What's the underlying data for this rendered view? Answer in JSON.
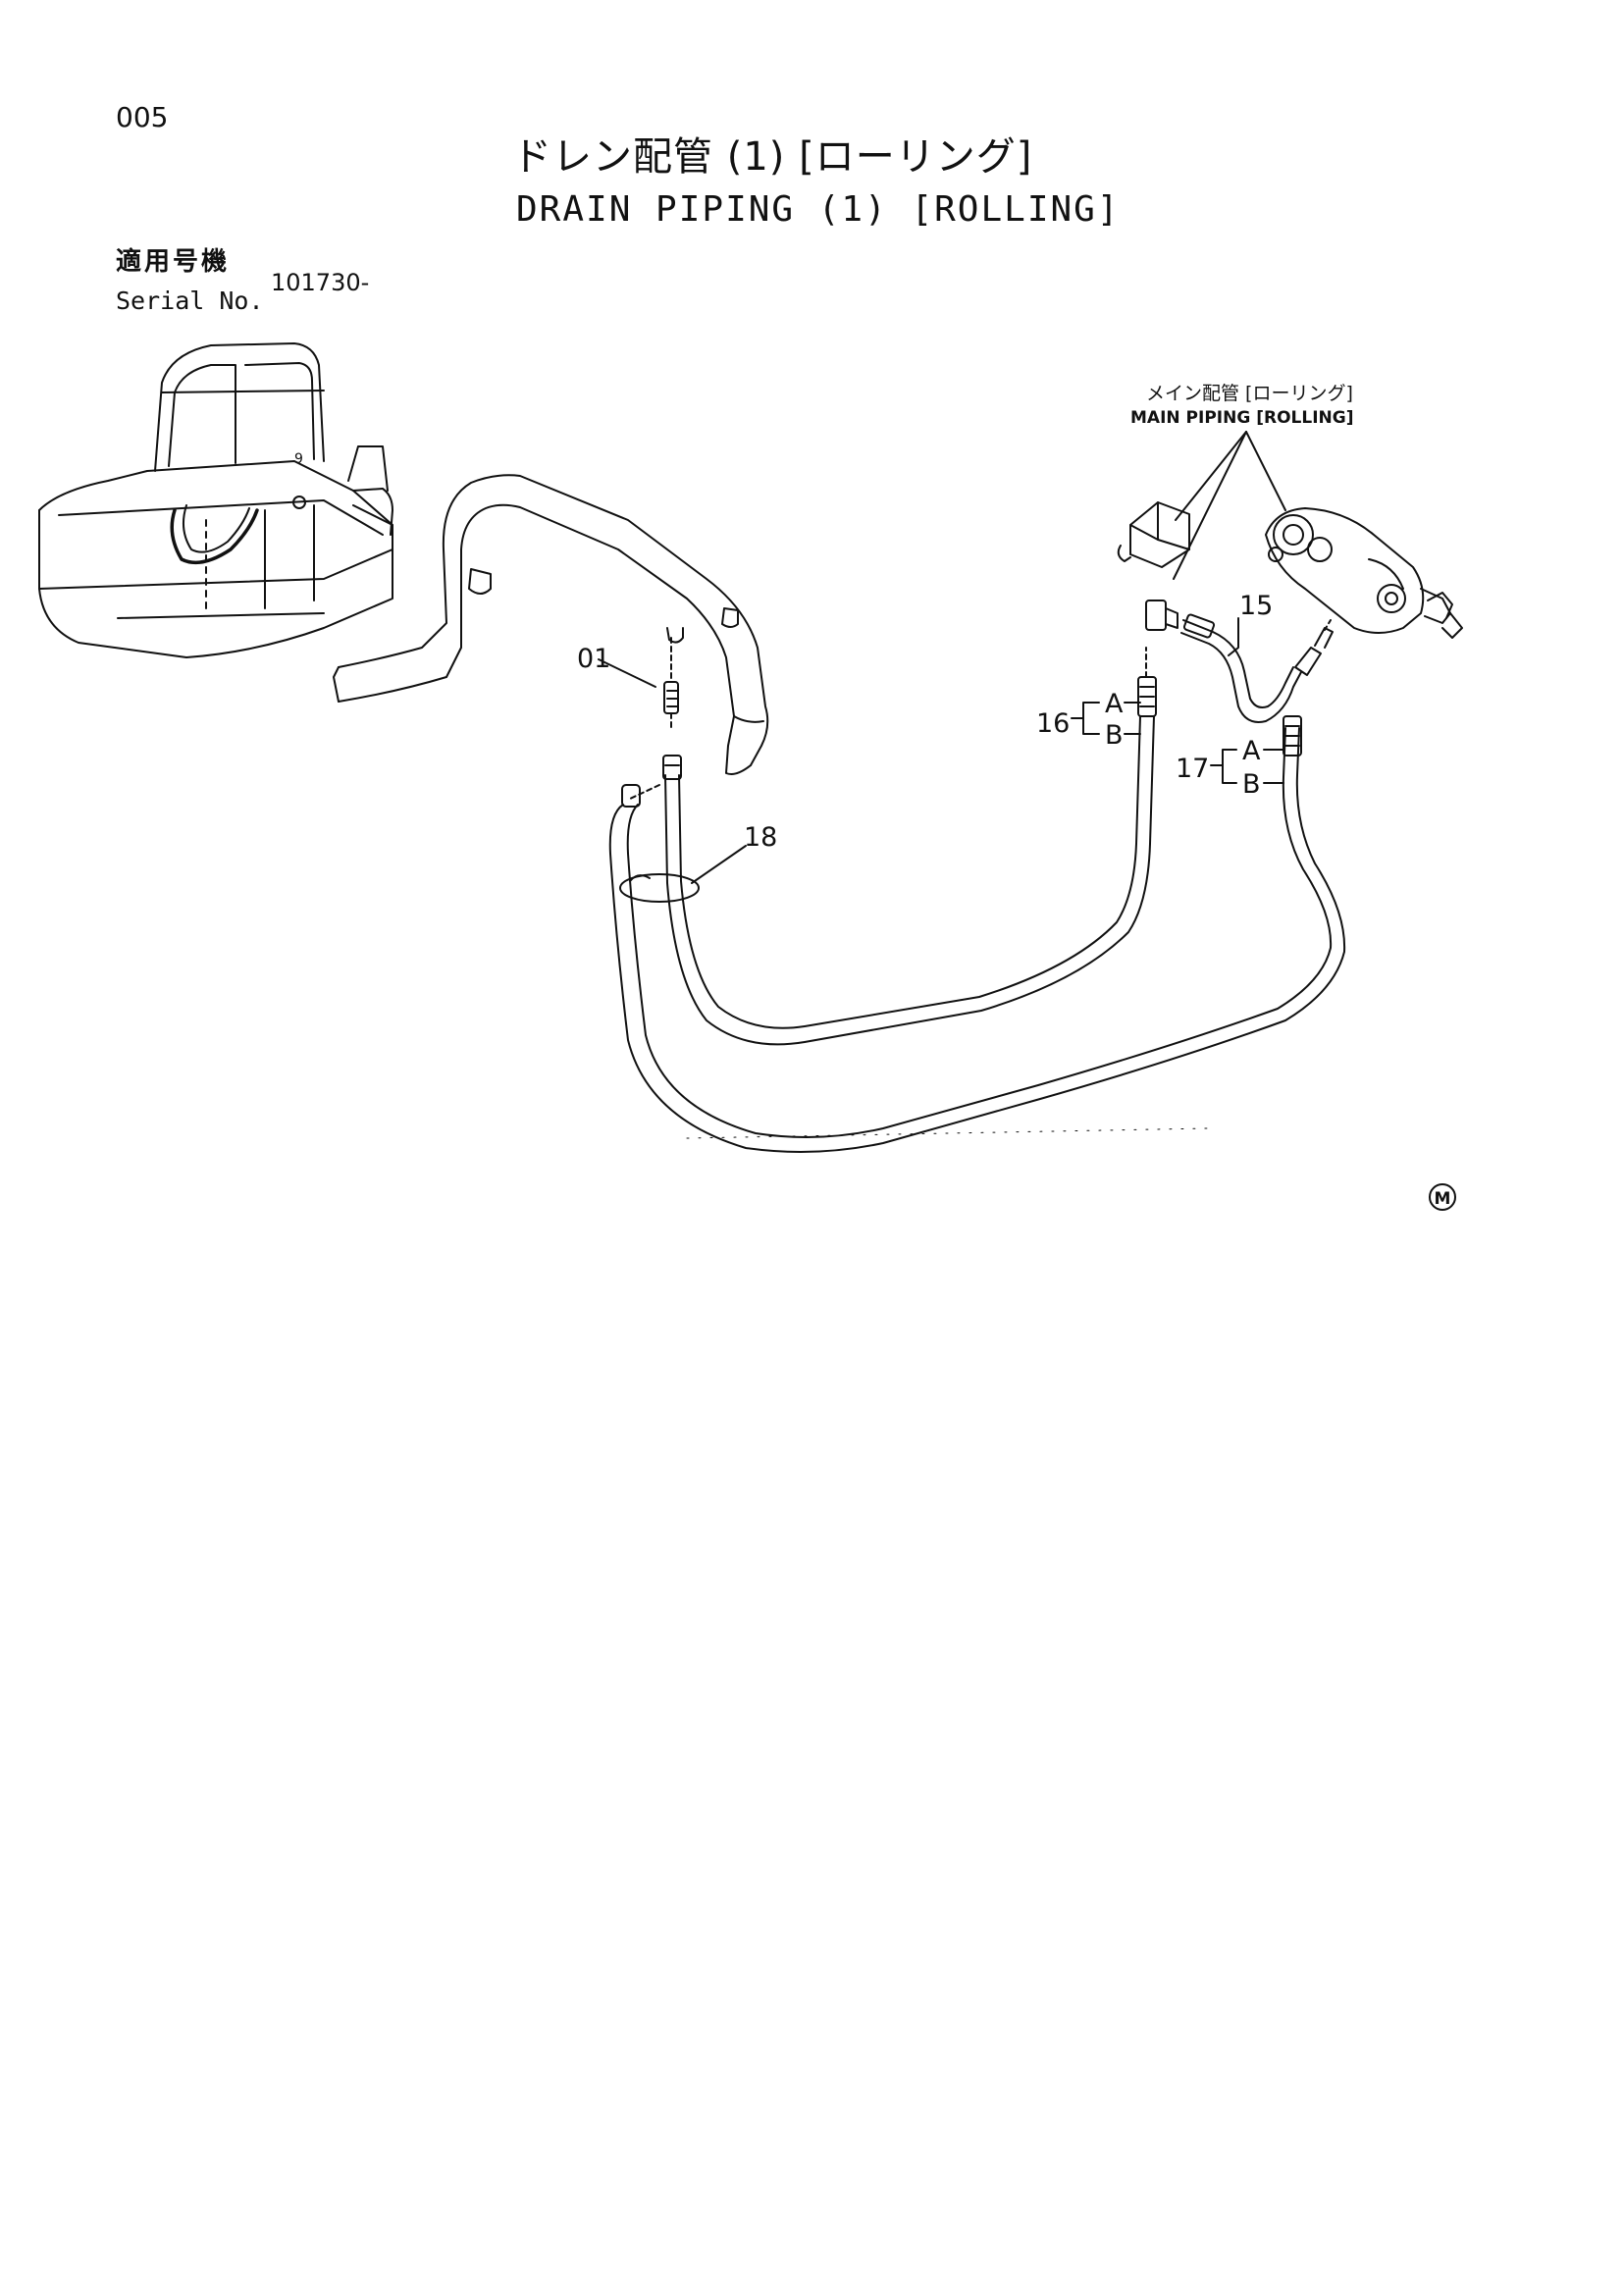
{
  "header": {
    "page_number": "005",
    "title_ja": "ドレン配管 (1) [ローリング]",
    "title_en": "DRAIN PIPING (1) [ROLLING]"
  },
  "serial": {
    "label_ja": "適用号機",
    "label_en": "Serial No.",
    "value": "101730-"
  },
  "reference": {
    "label_ja": "メイン配管 [ローリング]",
    "label_en": "MAIN PIPING [ROLLING]"
  },
  "callouts": {
    "c01": "01",
    "c15": "15",
    "c16": "16",
    "c16a": "A",
    "c16b": "B",
    "c17": "17",
    "c17a": "A",
    "c17b": "B",
    "c18": "18"
  },
  "mark": "M",
  "colors": {
    "ink": "#111111",
    "background": "#ffffff"
  }
}
